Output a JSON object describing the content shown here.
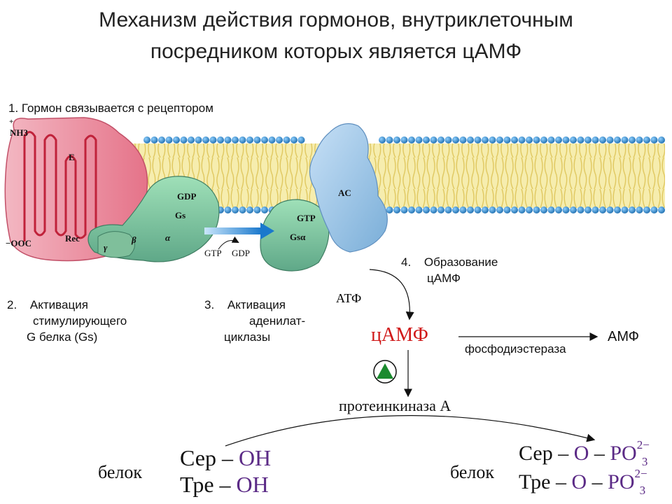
{
  "title_line1": "Механизм действия гормонов, внутриклеточным",
  "title_line2": "посредником которых является цАМФ",
  "step1": "1. Гормон связывается с рецептором",
  "step2": {
    "num": "2.",
    "l1": "Активация",
    "l2": "стимулирующего",
    "l3": "G белка (Gs)"
  },
  "step3": {
    "num": "3.",
    "l1": "Активация",
    "l2": "аденилат-",
    "l3": "циклазы"
  },
  "step4": {
    "num": "4.",
    "l1": "Образование",
    "l2": "цАМФ"
  },
  "labels": {
    "nh3": "NH3",
    "nh3_plus": "+",
    "ooc": "−OOC",
    "e": "E",
    "rec": "Rec",
    "gdp": "GDP",
    "gs": "Gs",
    "beta": "β",
    "alpha": "α",
    "gamma": "γ",
    "gtp": "GTP",
    "gsalpha": "Gsα",
    "ac": "AC",
    "gtp_in": "GTP",
    "gdp_out": "GDP"
  },
  "atf": "АТФ",
  "camp": "цАМФ",
  "amp": "АМФ",
  "pde": "фосфодиэстераза",
  "pka": "протеинкиназа А",
  "left_protein": {
    "label": "белок",
    "ser": "Сер",
    "thr": "Тре",
    "dash": "–",
    "oh": "OH"
  },
  "right_protein": {
    "label": "белок",
    "ser": "Сер",
    "thr": "Тре",
    "dash": "–",
    "o": "O",
    "po": "PO",
    "charge": "2−",
    "sub": "3"
  },
  "colors": {
    "lipid_head": "#2f87c8",
    "lipid_tail": "#f3e89c",
    "receptor": "#e8798a",
    "gprotein": "#8fcfa8",
    "ac": "#9fc6e8",
    "arrow_blue": "#1c7fd0",
    "camp_red": "#d01818",
    "activator": "#1a8a2e",
    "phospho_purple": "#5b2a86"
  }
}
